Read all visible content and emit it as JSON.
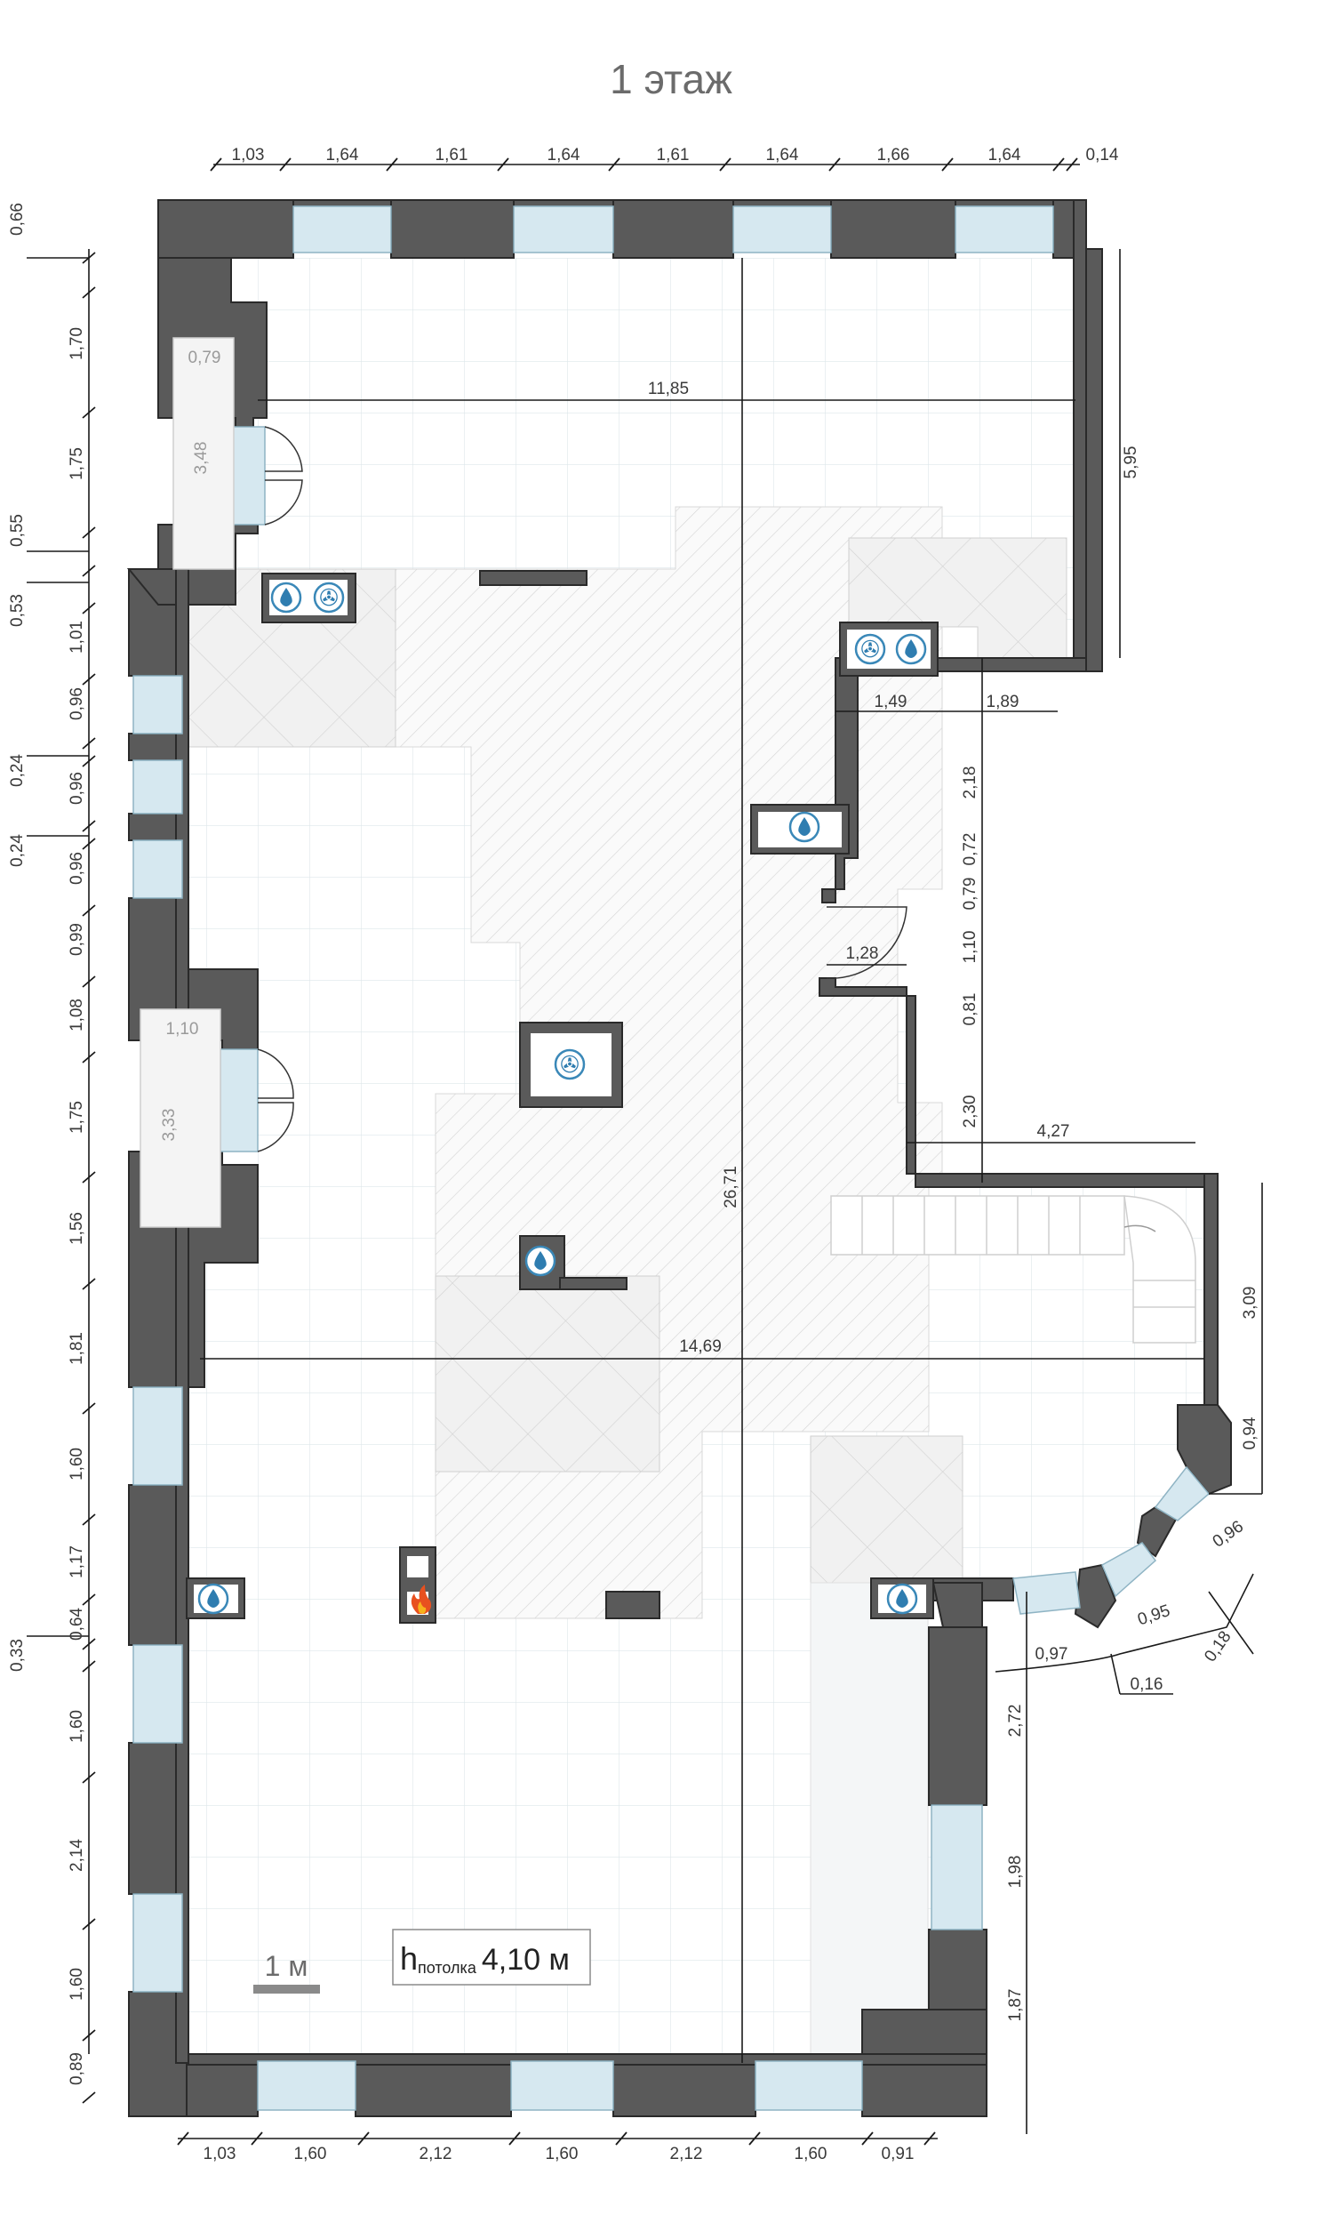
{
  "title": "1 этаж",
  "scale_label": "1 м",
  "ceiling": {
    "h": "h",
    "sub": "потолка",
    "value": "4,10 м"
  },
  "dims": {
    "top": [
      "1,03",
      "1,64",
      "1,61",
      "1,64",
      "1,61",
      "1,64",
      "1,66",
      "1,64",
      "0,14"
    ],
    "bottom": [
      "1,03",
      "1,60",
      "2,12",
      "1,60",
      "2,12",
      "1,60",
      "0,91"
    ],
    "left": [
      "0,66",
      "1,70",
      "1,75",
      "0,55",
      "0,53",
      "1,01",
      "0,96",
      "0,24",
      "0,96",
      "0,24",
      "0,96",
      "0,99",
      "1,08",
      "1,75",
      "1,56",
      "1,81",
      "1,60",
      "1,17",
      "0,64",
      "0,33",
      "1,60",
      "2,14",
      "1,60",
      "0,89"
    ],
    "inner": {
      "width_top": "11,85",
      "width_mid": "14,69",
      "height_total": "26,71",
      "right_height_top": "5,95",
      "vestibule_top_w": "0,79",
      "vestibule_top_h": "3,48",
      "vestibule_mid_w": "1,10",
      "vestibule_mid_h": "3,33",
      "notch_a": "1,49",
      "notch_b": "1,89",
      "door_w": "1,28",
      "corridor_w": "4,27",
      "stair_h": "3,09",
      "bay_094": "0,94",
      "bay_096": "0,96",
      "bay_095": "0,95",
      "bay_097": "0,97",
      "bay_016": "0,16",
      "bay_018": "0,18",
      "right_v": [
        "2,18",
        "0,72",
        "0,79",
        "1,10",
        "0,81",
        "2,30"
      ],
      "right_low": [
        "2,72",
        "1,98",
        "1,87"
      ]
    }
  },
  "icons": [
    "water-icon",
    "fan-icon",
    "fire-icon"
  ]
}
